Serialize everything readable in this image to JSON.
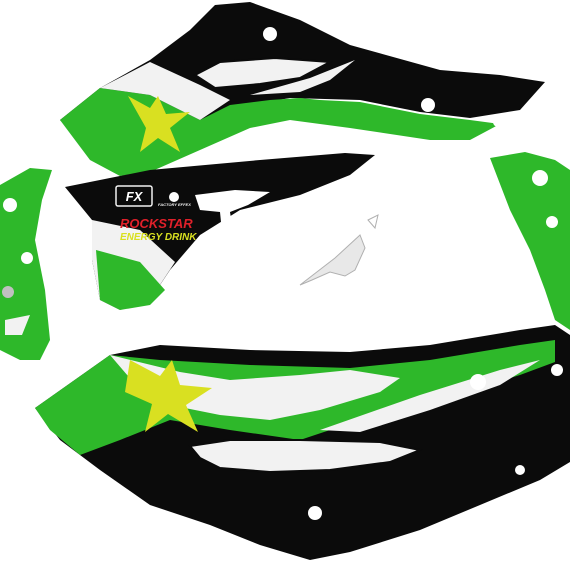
{
  "scene": {
    "subject": "graphics-kit",
    "colors": {
      "black": "#0b0b0b",
      "green": "#2eb82a",
      "green_dark": "#1e8f1c",
      "white": "#f2f2f2",
      "grey": "#d9d9d9",
      "yellow": "#d9e021",
      "red": "#e0202a"
    },
    "logos": {
      "fx_mark": "FX",
      "fx_sub": "FACTORY EFFEX",
      "brand_line1": "ROCKSTAR",
      "brand_line2": "ENERGY DRINK"
    }
  }
}
